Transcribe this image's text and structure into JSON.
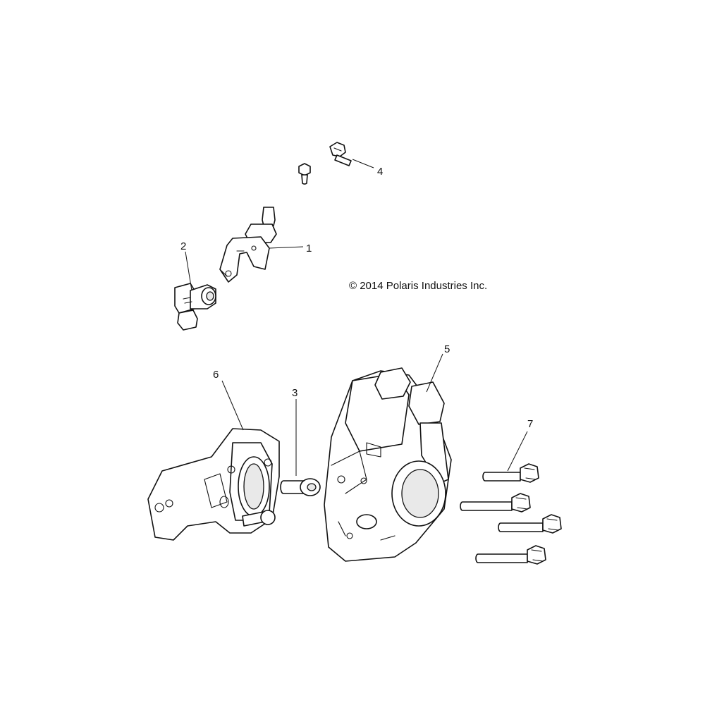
{
  "copyright": "© 2014 Polaris Industries Inc.",
  "callouts": [
    {
      "id": "1",
      "label": "1"
    },
    {
      "id": "2",
      "label": "2"
    },
    {
      "id": "3",
      "label": "3"
    },
    {
      "id": "4",
      "label": "4"
    },
    {
      "id": "5",
      "label": "5"
    },
    {
      "id": "6",
      "label": "6"
    },
    {
      "id": "7",
      "label": "7"
    }
  ]
}
